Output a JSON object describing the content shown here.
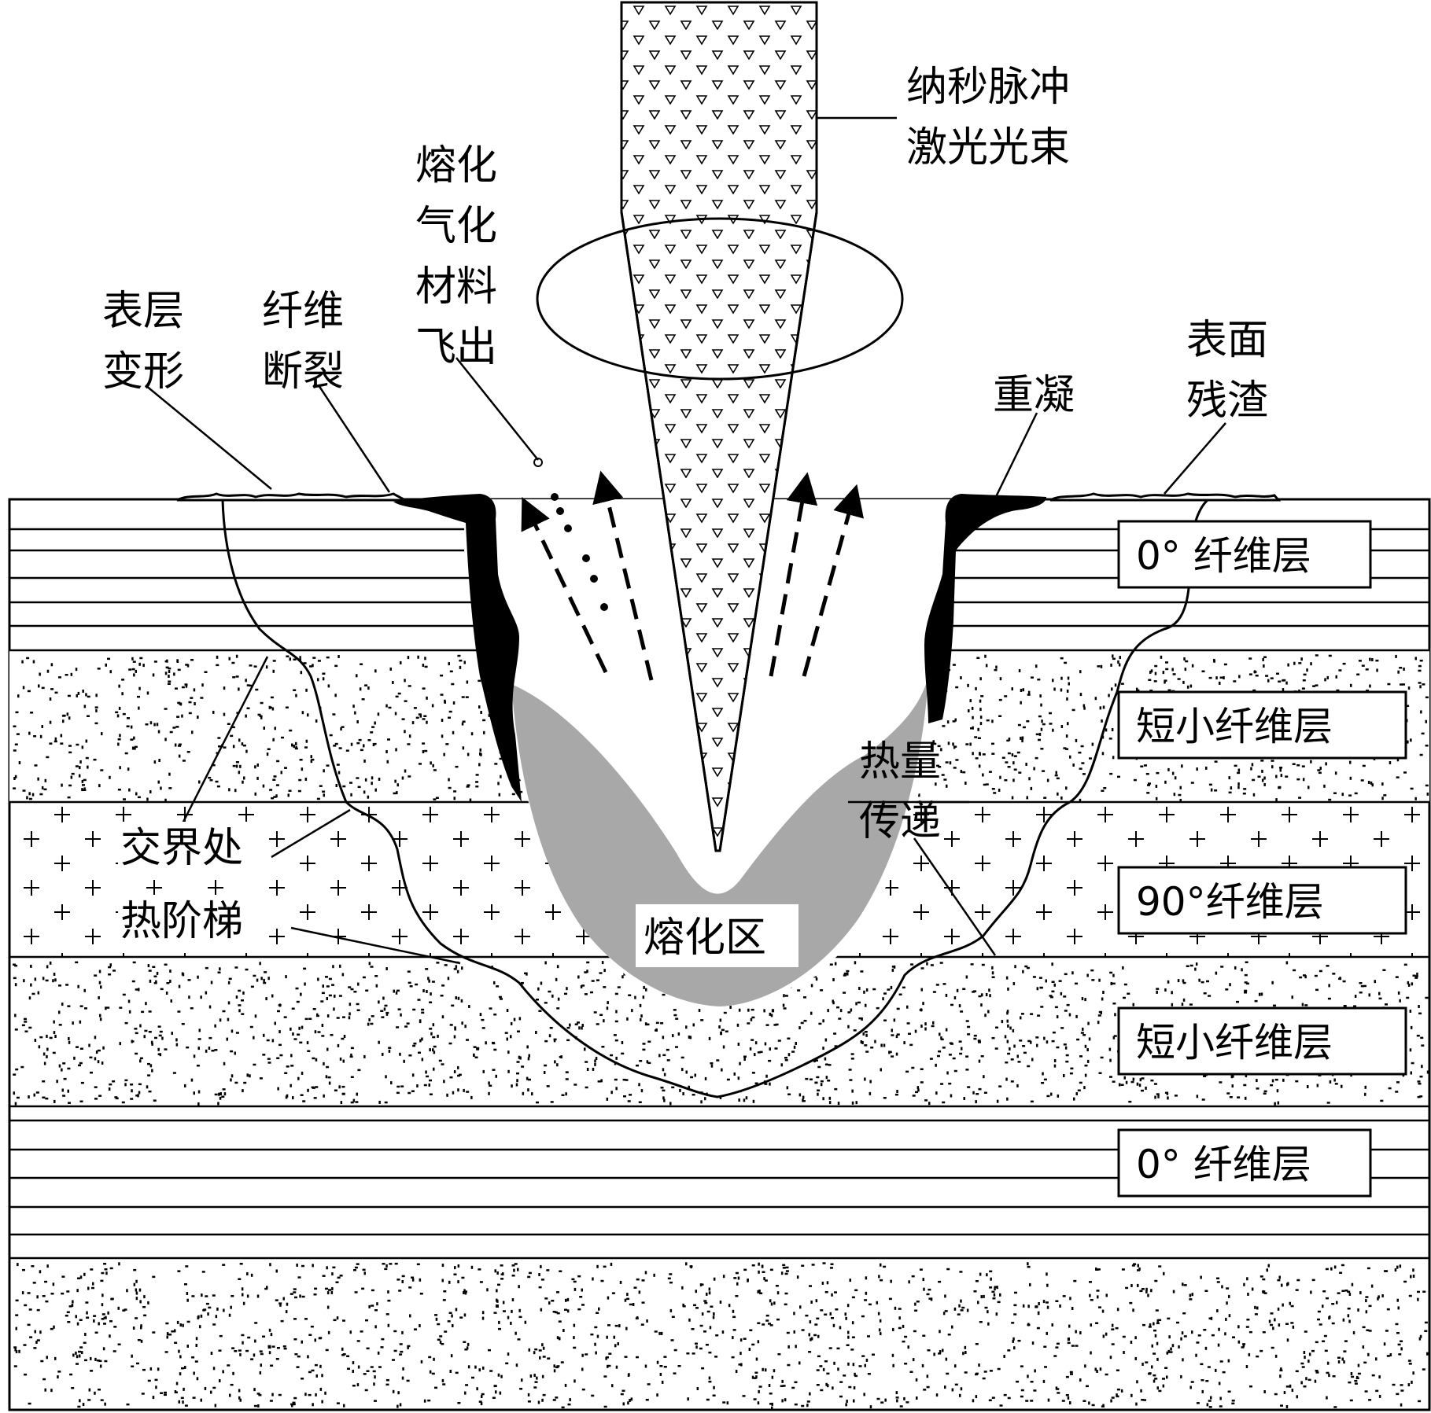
{
  "labels": {
    "laser_beam": [
      "纳秒脉冲",
      "激光光束"
    ],
    "ejection": [
      "熔化",
      "气化",
      "材料",
      "飞出"
    ],
    "surface_deformation": [
      "表层",
      "变形"
    ],
    "fiber_fracture": [
      "纤维",
      "断裂"
    ],
    "recondensation": "重凝",
    "surface_residue": [
      "表面",
      "残渣"
    ],
    "heat_transfer": [
      "热量",
      "传递"
    ],
    "interface": "交界处",
    "thermal_gradient": "热阶梯",
    "melt_zone": "熔化区"
  },
  "layers": [
    {
      "name": "0° 纤维层"
    },
    {
      "name": "短小纤维层"
    },
    {
      "name": "90°纤维层"
    },
    {
      "name": "短小纤维层"
    },
    {
      "name": "0° 纤维层"
    }
  ],
  "colors": {
    "line": "#000000",
    "melt_zone": "#a8a8a8",
    "recast": "#000000",
    "background": "#ffffff"
  }
}
